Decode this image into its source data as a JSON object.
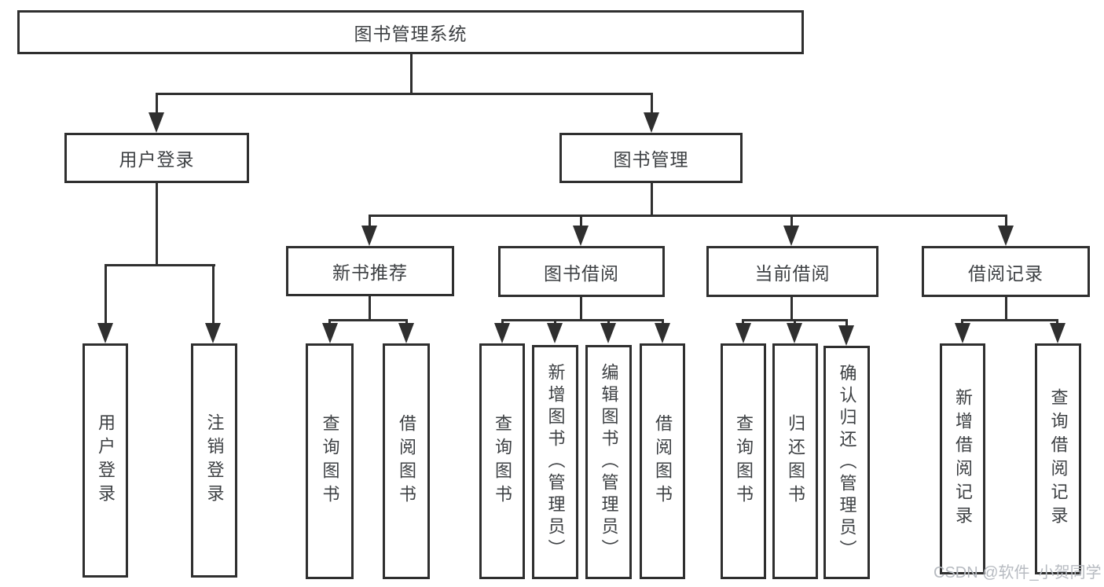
{
  "tree": {
    "label": "图书管理系统",
    "children": [
      {
        "label": "用户登录",
        "children": [
          {
            "label": "用户登录"
          },
          {
            "label": "注销登录"
          }
        ]
      },
      {
        "label": "图书管理",
        "children": [
          {
            "label": "新书推荐",
            "children": [
              {
                "label": "查询图书"
              },
              {
                "label": "借阅图书"
              }
            ]
          },
          {
            "label": "图书借阅",
            "children": [
              {
                "label": "查询图书"
              },
              {
                "label": "新增图书（管理员）"
              },
              {
                "label": "编辑图书（管理员）"
              },
              {
                "label": "借阅图书"
              }
            ]
          },
          {
            "label": "当前借阅",
            "children": [
              {
                "label": "查询图书"
              },
              {
                "label": "归还图书"
              },
              {
                "label": "确认归还（管理员）"
              }
            ]
          },
          {
            "label": "借阅记录",
            "children": [
              {
                "label": "新增借阅记录"
              },
              {
                "label": "查询借阅记录"
              }
            ]
          }
        ]
      }
    ]
  },
  "colors": {
    "line": "#2f2f2f",
    "text": "#3d4043",
    "background": "#ffffff",
    "watermark": "#b7bbc1"
  },
  "watermark": {
    "text": "CSDN @软件_小贺同学"
  }
}
